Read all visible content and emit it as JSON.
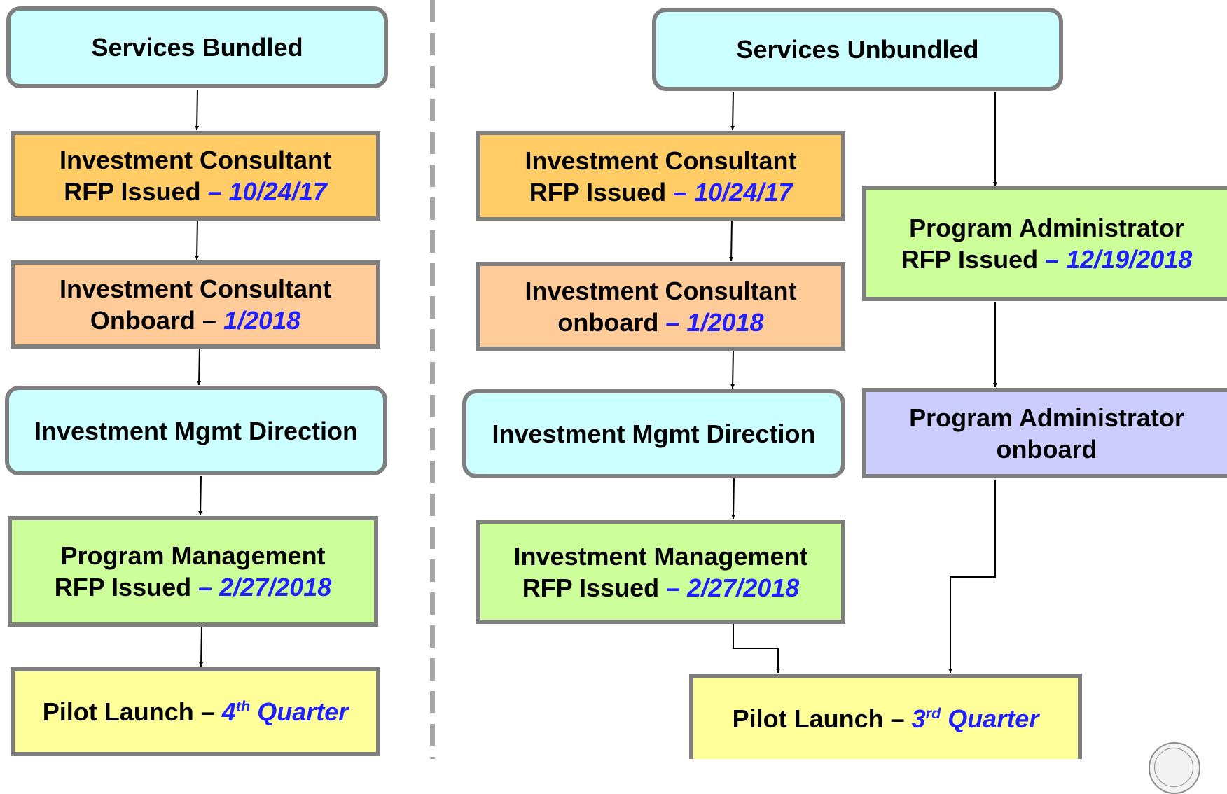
{
  "colors": {
    "cyan_fill": "#ccffff",
    "orange_fill": "#ffcc66",
    "peach_fill": "#ffcc99",
    "green_fill": "#ccff99",
    "yellow_fill": "#ffff99",
    "lavender_fill": "#ccccff",
    "box_border": "#7f7f7f",
    "highlight_text": "#1f1fff",
    "divider": "#a6a6a6"
  },
  "left": {
    "services_bundled": {
      "line1": "Services Bundled"
    },
    "ic_rfp": {
      "line1": "Investment Consultant",
      "line2": "RFP Issued",
      "date": " – 10/24/17"
    },
    "ic_onboard": {
      "line1": "Investment Consultant",
      "line2": "Onboard – ",
      "date": "1/2018"
    },
    "imd": {
      "line1": "Investment Mgmt Direction"
    },
    "pm_rfp": {
      "line1": "Program Management",
      "line2": "RFP Issued",
      "date": " – 2/27/2018"
    },
    "pilot": {
      "prefix": "Pilot Launch – ",
      "num": "4",
      "sup": "th",
      "word": " Quarter"
    }
  },
  "right": {
    "services_unbundled": {
      "line1": "Services Unbundled"
    },
    "ic_rfp": {
      "line1": "Investment Consultant",
      "line2": "RFP Issued",
      "date": " – 10/24/17"
    },
    "ic_onboard": {
      "line1": "Investment Consultant",
      "line2": "onboard",
      "date": " – 1/2018"
    },
    "imd": {
      "line1": "Investment Mgmt Direction"
    },
    "im_rfp": {
      "line1": "Investment Management",
      "line2": "RFP Issued",
      "date": " – 2/27/2018"
    },
    "pa_rfp": {
      "line1": "Program Administrator",
      "line2": "RFP Issued",
      "date": " – 12/19/2018"
    },
    "pa_onboard": {
      "line1": "Program Administrator",
      "line2": "onboard"
    },
    "pilot": {
      "prefix": "Pilot Launch – ",
      "num": "3",
      "sup": "rd",
      "word": " Quarter"
    }
  }
}
